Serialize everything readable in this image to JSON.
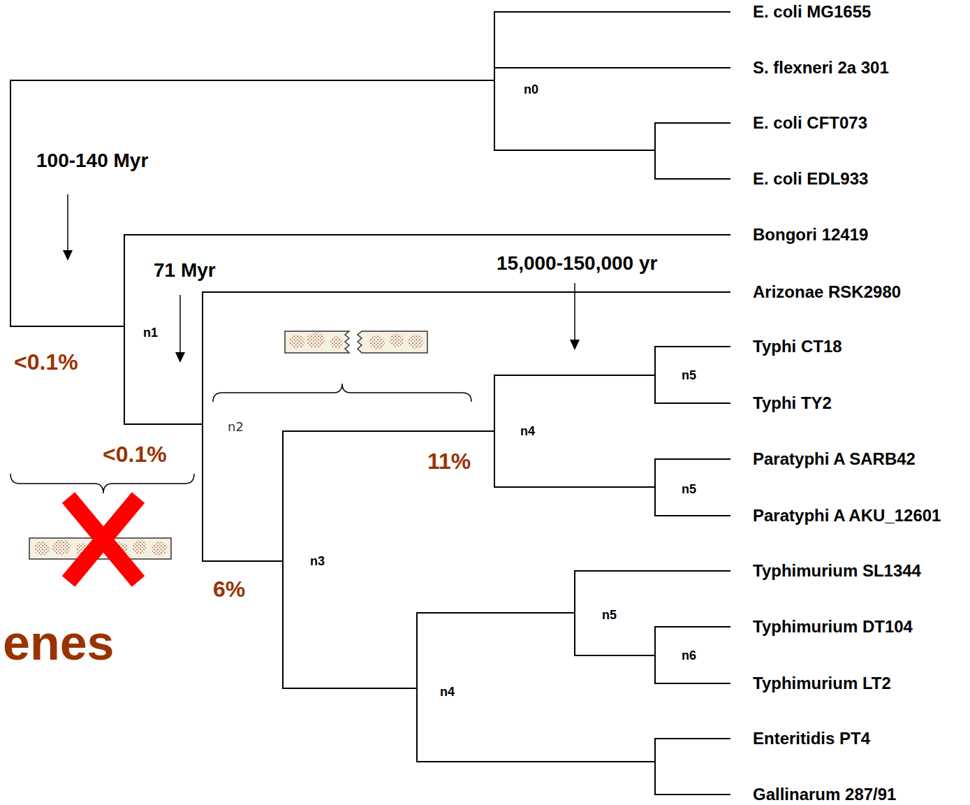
{
  "diagram": {
    "labels": [
      "E. coli MG1655",
      "S. flexneri 2a 301",
      "n0",
      "E. coli CFT073",
      "100-140 Myr",
      "E. coli EDL933",
      "Bongori 12419",
      "71 Myr",
      "15,000-150,000 yr",
      "Arizonae RSK2980",
      "n1",
      "Typhi CT18",
      "<0.1%",
      "n5",
      "Typhi TY2",
      "n2",
      "n4",
      "<0.1%",
      "11%",
      "Paratyphi A SARB42",
      "n5",
      "Paratyphi A AKU_12601",
      "n3",
      "Typhimurium SL1344",
      "6%",
      "n5",
      "Typhimurium DT104",
      "enes",
      "n6",
      "n4",
      "Typhimurium LT2",
      "Enteritidis PT4",
      "Gallinarum 287/91"
    ]
  }
}
